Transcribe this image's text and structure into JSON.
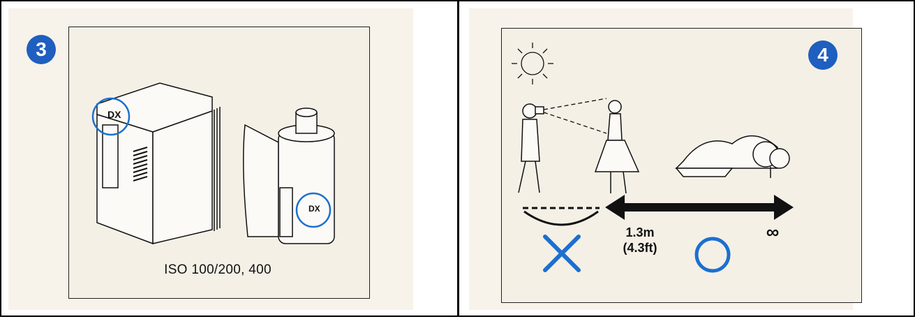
{
  "panels": [
    {
      "step": "3",
      "caption": "ISO 100/200, 400"
    },
    {
      "step": "4",
      "distance_value": "1.3m",
      "distance_imperial": "(4.3ft)",
      "infinity_symbol": "∞",
      "wrong_mark": "cross-mark-icon",
      "ok_mark": "circle-mark-icon"
    }
  ],
  "colors": {
    "badge_blue": "#1f5fbf",
    "mark_blue": "#1c6fd0",
    "line": "#111111"
  }
}
